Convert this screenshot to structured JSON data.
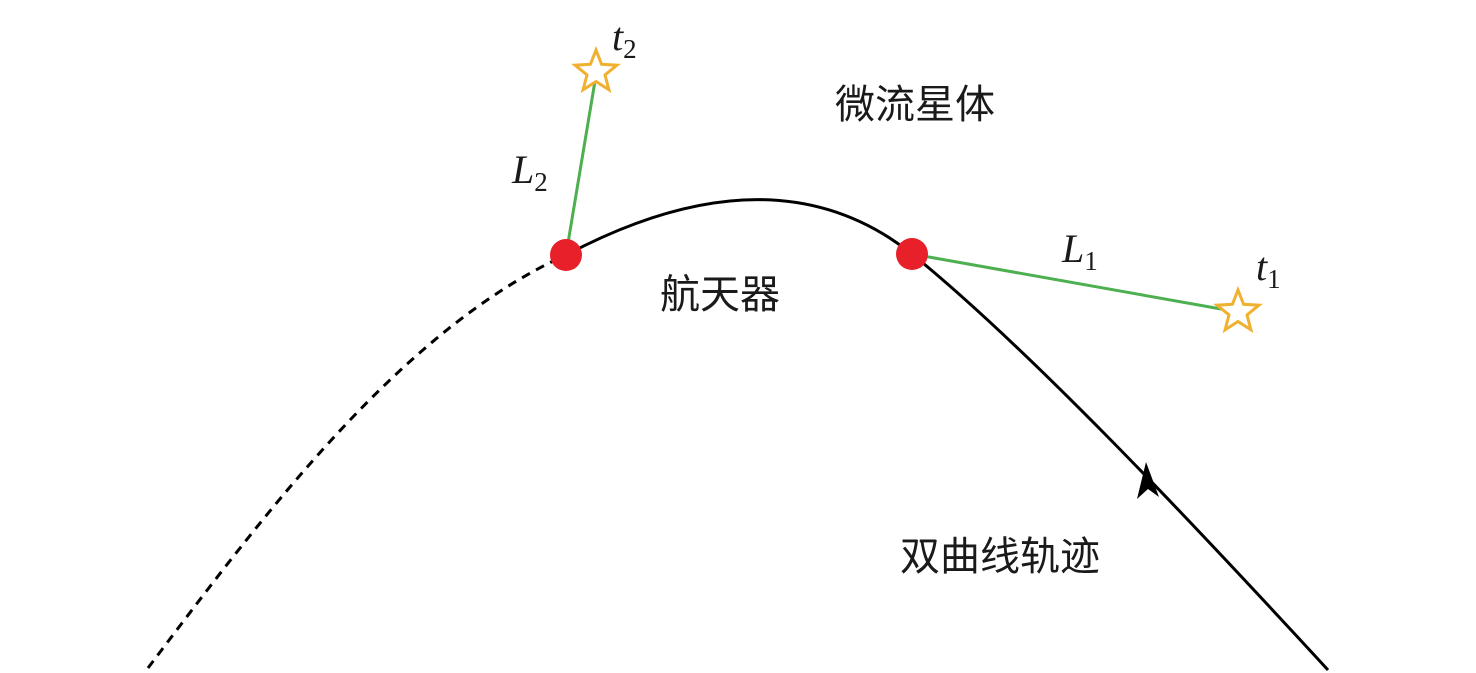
{
  "labels": {
    "meteoroid": "微流星体",
    "spacecraft": "航天器",
    "trajectory": "双曲线轨迹"
  },
  "targets": [
    {
      "symbol": "t",
      "subscript": "2",
      "distance_symbol": "L",
      "distance_subscript": "2"
    },
    {
      "symbol": "t",
      "subscript": "1",
      "distance_symbol": "L",
      "distance_subscript": "1"
    }
  ],
  "colors": {
    "trajectory": "#000000",
    "spacecraft_position": "#e8202a",
    "sight_line": "#4caf50",
    "star": "#f0b030"
  },
  "icons": {
    "target": "star-outline-icon",
    "direction": "arrowhead-icon",
    "spacecraft": "filled-circle-icon"
  }
}
